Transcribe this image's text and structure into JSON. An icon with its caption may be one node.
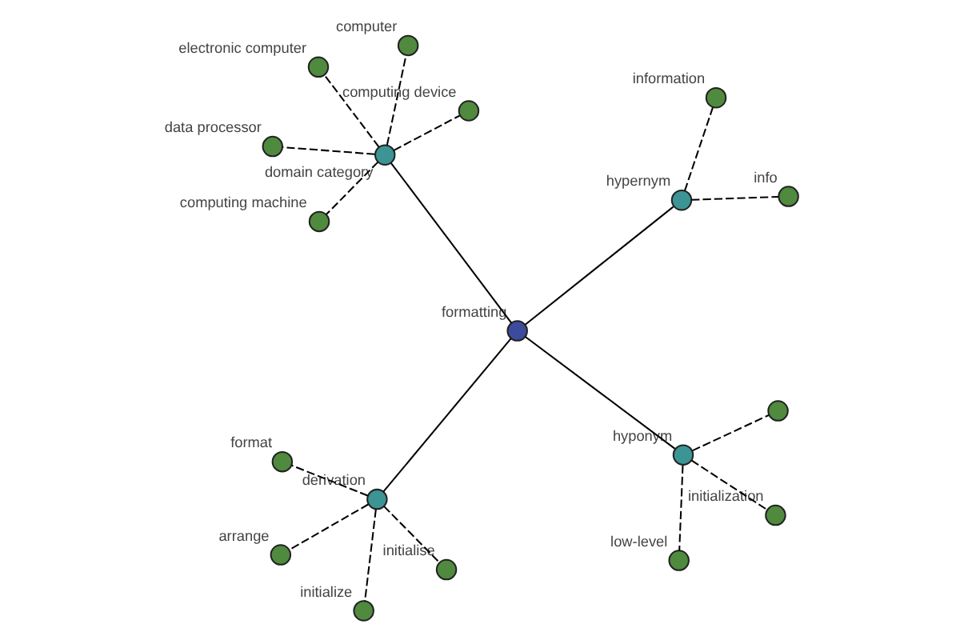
{
  "diagram": {
    "nodes": [
      {
        "text": [
          "formatting"
        ]
      },
      {
        "text": [
          "hyponym"
        ]
      },
      {
        "text": [
          "derivation"
        ]
      },
      {
        "text": [
          "hypernym"
        ]
      },
      {
        "text": [
          "domain category"
        ]
      },
      {
        "text": [],
        "shape": "circle"
      },
      {
        "text": [
          "low-level"
        ]
      },
      {
        "text": [
          "initialization"
        ]
      },
      {
        "text": [
          "arrange"
        ]
      },
      {
        "text": [
          "initialize"
        ]
      },
      {
        "text": [
          "initialise"
        ]
      },
      {
        "text": [
          "format"
        ]
      },
      {
        "text": [
          "info"
        ]
      },
      {
        "text": [
          "information"
        ]
      },
      {
        "text": [
          "computer"
        ]
      },
      {
        "text": [
          "computing machine"
        ]
      },
      {
        "text": [
          "computing device"
        ]
      },
      {
        "text": [
          "electronic computer"
        ]
      },
      {
        "text": [
          "data processor"
        ]
      }
    ],
    "edges": [
      {
        "from": 0,
        "to": 1,
        "arrow": "none"
      },
      {
        "from": 0,
        "to": 2,
        "arrow": "none"
      },
      {
        "from": 0,
        "to": 3,
        "arrow": "none"
      },
      {
        "from": 0,
        "to": 4,
        "arrow": "none"
      },
      {
        "from": 1,
        "to": 5,
        "arrow": "none",
        "style": "dashed"
      },
      {
        "from": 1,
        "to": 6,
        "arrow": "none",
        "style": "dashed"
      },
      {
        "from": 1,
        "to": 7,
        "arrow": "none",
        "style": "dashed"
      },
      {
        "from": 2,
        "to": 8,
        "arrow": "none",
        "style": "dashed"
      },
      {
        "from": 2,
        "to": 9,
        "arrow": "none",
        "style": "dashed"
      },
      {
        "from": 2,
        "to": 10,
        "arrow": "none",
        "style": "dashed"
      },
      {
        "from": 2,
        "to": 11,
        "arrow": "none",
        "style": "dashed"
      },
      {
        "from": 3,
        "to": 12,
        "arrow": "none",
        "style": "dashed"
      },
      {
        "from": 3,
        "to": 13,
        "arrow": "none",
        "style": "dashed"
      },
      {
        "from": 4,
        "to": 14,
        "arrow": "none",
        "style": "dashed"
      },
      {
        "from": 4,
        "to": 15,
        "arrow": "none",
        "style": "dashed"
      },
      {
        "from": 4,
        "to": 16,
        "arrow": "none",
        "style": "dashed"
      },
      {
        "from": 4,
        "to": 17,
        "arrow": "none",
        "style": "dashed"
      },
      {
        "from": 4,
        "to": 18,
        "arrow": "none",
        "style": "dashed"
      }
    ]
  }
}
